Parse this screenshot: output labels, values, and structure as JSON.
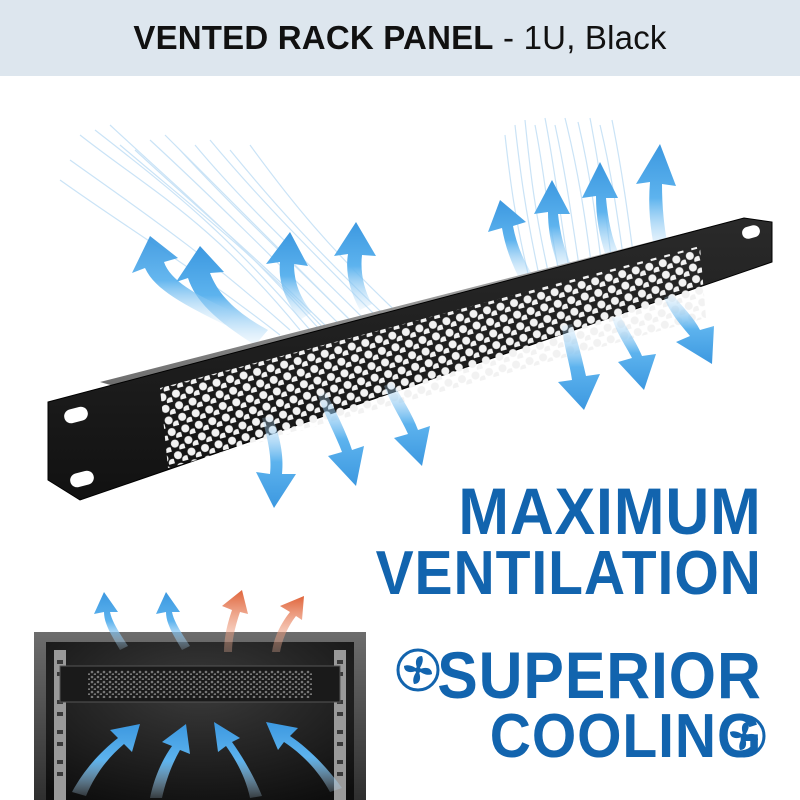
{
  "header": {
    "title_bold": "VENTED RACK PANEL",
    "separator": " - ",
    "subtitle": "1U, Black"
  },
  "headline": {
    "line1": "MAXIMUM",
    "line2": "VENTILATION",
    "line3": "SUPERIOR",
    "line4": "COOLING"
  },
  "colors": {
    "header_band": "#dde6ee",
    "headline_blue": "#1264ae",
    "arrow_blue": "#4aa3e6",
    "arrow_red": "#e0643a",
    "panel_black": "#1b1b1b"
  },
  "icons": [
    "fan-icon",
    "fan-icon",
    "up-arrow-icon",
    "down-arrow-icon"
  ]
}
